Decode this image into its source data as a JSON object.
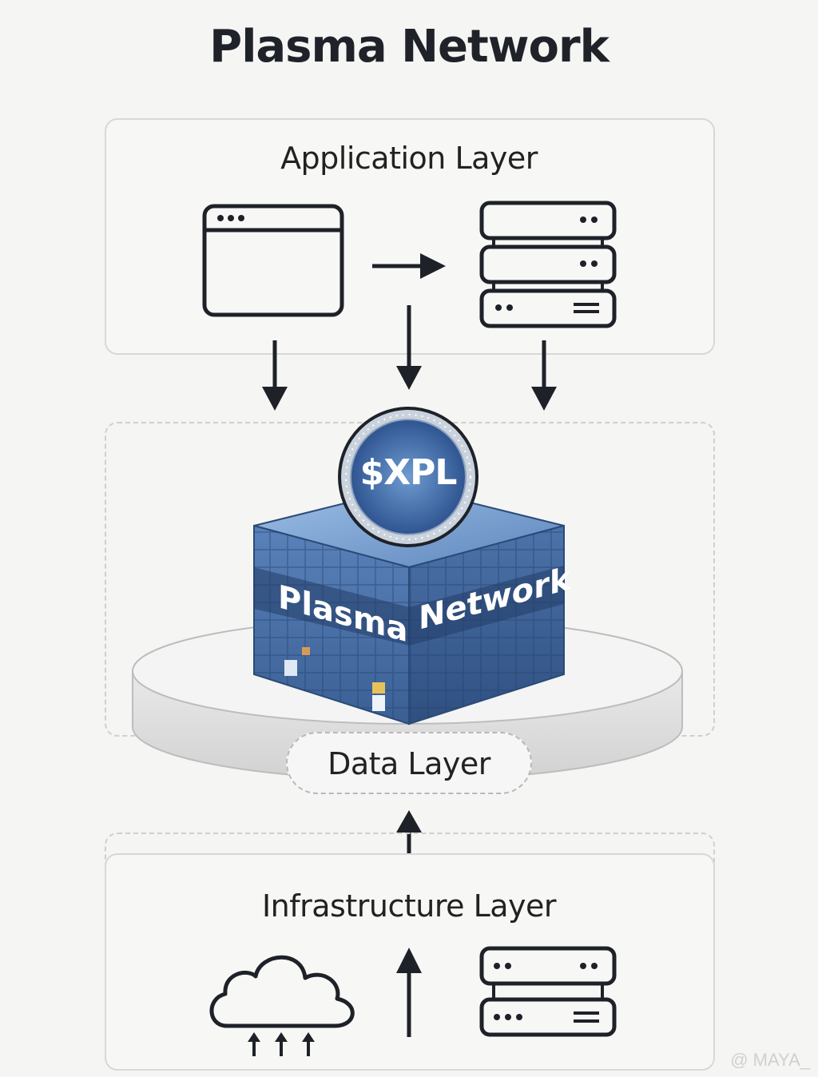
{
  "title": "Plasma Network",
  "layers": {
    "application": {
      "label": "Application Layer",
      "icons": [
        "browser-window-icon",
        "arrow-right-icon",
        "server-stack-icon"
      ]
    },
    "data": {
      "label": "Data Layer",
      "cube": {
        "left_face_text": "Plasma",
        "right_face_text": "Network"
      },
      "token": {
        "symbol": "$XPL"
      }
    },
    "infrastructure": {
      "label": "Infrastructure Layer",
      "icons": [
        "cloud-upload-icon",
        "arrow-up-icon",
        "server-icon"
      ]
    }
  },
  "connectors": [
    "arrow-down-left",
    "arrow-down-center",
    "arrow-down-right",
    "arrow-up-to-data-layer"
  ],
  "colors": {
    "ink": "#1e2228",
    "cube_blue": "#4a6fa5",
    "cube_dark": "#2b4a78",
    "cube_light": "#8fb3de",
    "box_border": "#d8d8d8",
    "background": "#f5f5f4"
  },
  "watermark": "@ MAYA_"
}
